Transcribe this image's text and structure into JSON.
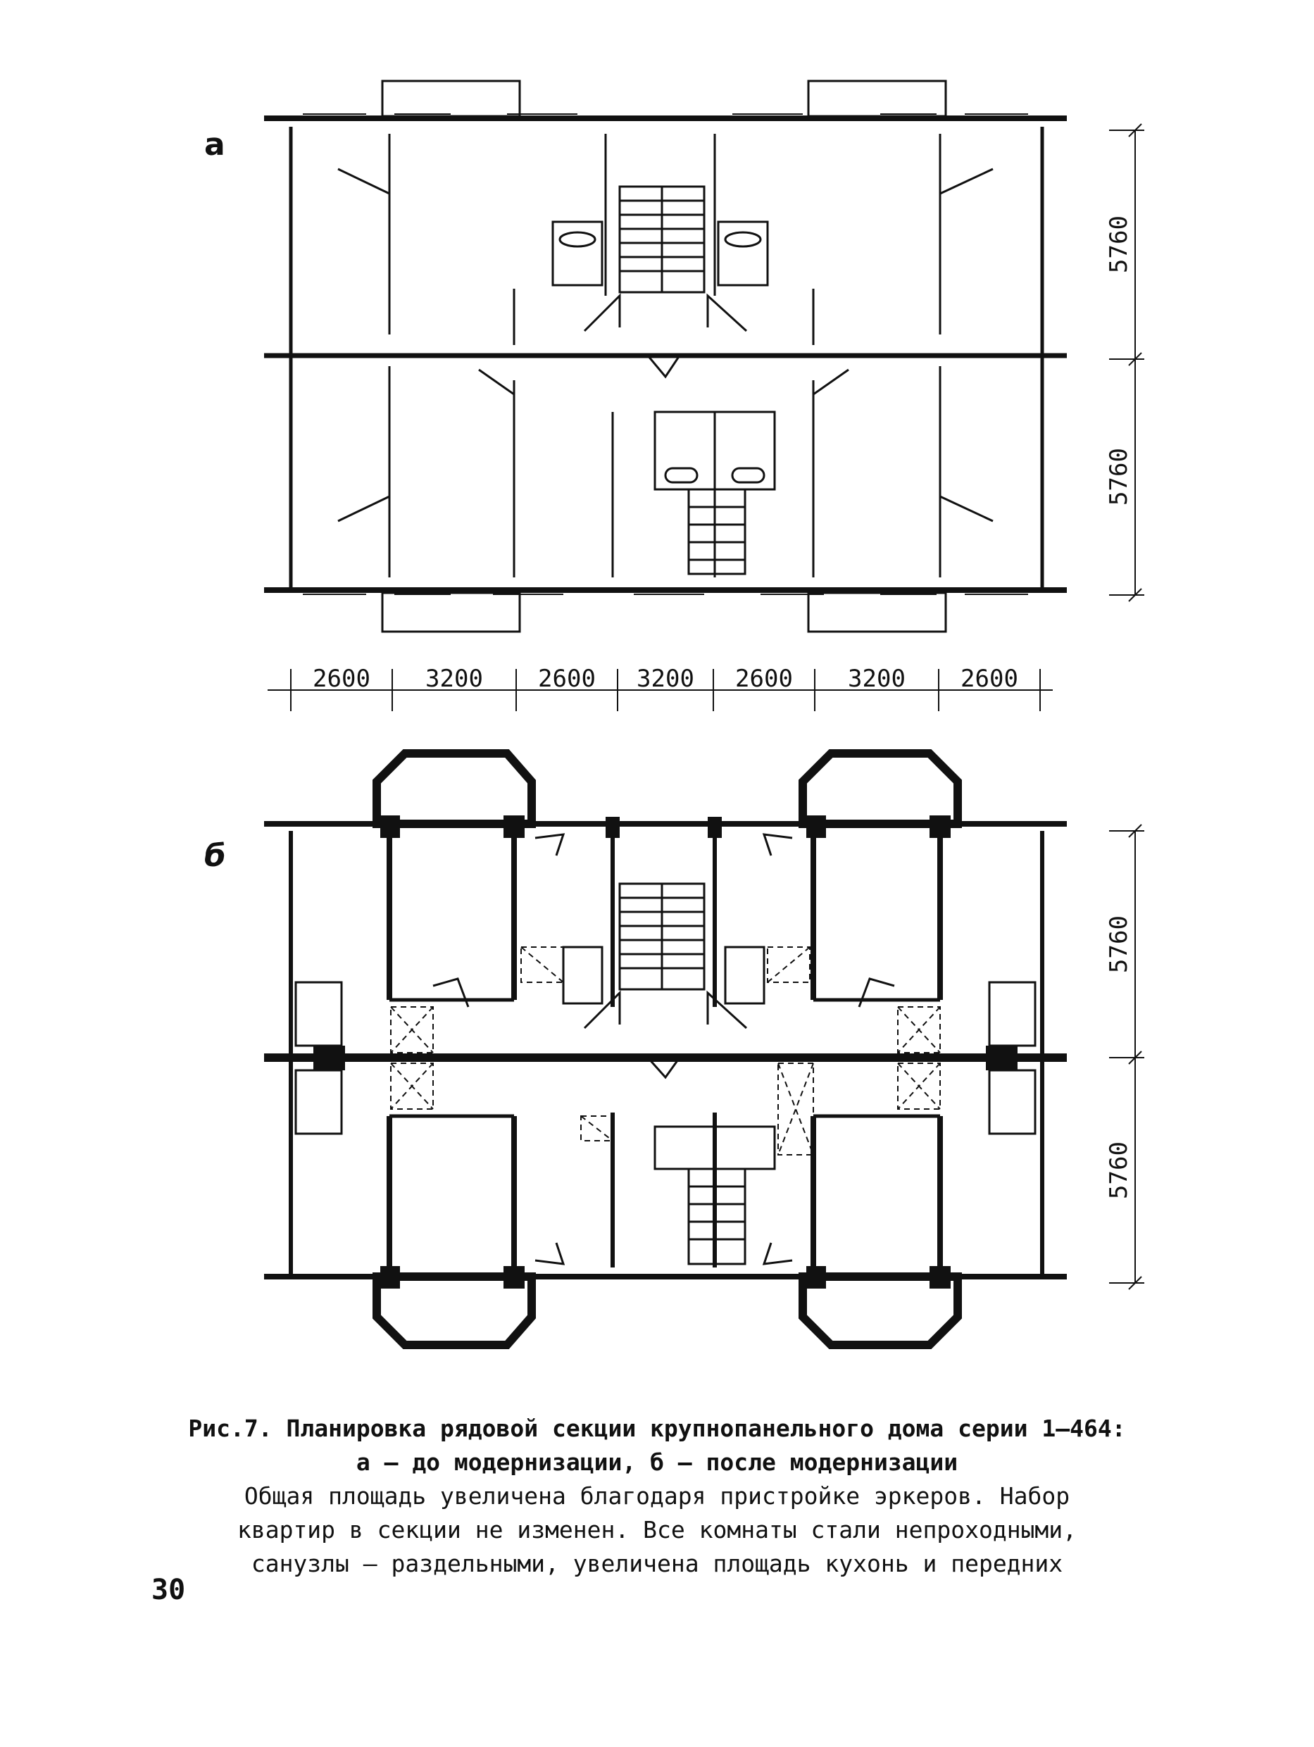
{
  "figures": {
    "a": {
      "label": "а",
      "vertical_dims": [
        "5760",
        "5760"
      ]
    },
    "b": {
      "label": "б",
      "vertical_dims": [
        "5760",
        "5760"
      ]
    }
  },
  "horizontal_dims": [
    "2600",
    "3200",
    "2600",
    "3200",
    "2600",
    "3200",
    "2600"
  ],
  "caption": {
    "line1": "Рис.7. Планировка рядовой секции крупнопанельного дома серии 1–464:",
    "line2": "а – до модернизации, б – после модернизации",
    "line3": "Общая площадь увеличена благодаря пристройке эркеров.    Набор",
    "line4": "квартир в секции не изменен. Все комнаты  стали непроходными,",
    "line5": "санузлы – раздельными, увеличена площадь кухонь и передних"
  },
  "page_number": "30"
}
